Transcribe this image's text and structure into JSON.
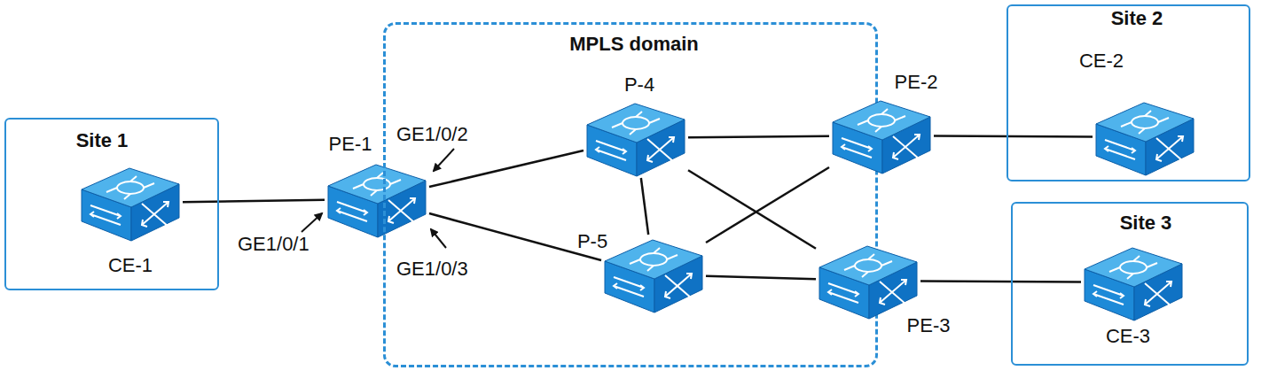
{
  "diagram": {
    "nodes": [
      {
        "text": [
          "Site 1"
        ]
      },
      {
        "text": [
          "CE-1"
        ],
        "in": 0
      },
      {
        "text": [
          "PE-1"
        ]
      },
      {
        "text": [
          "MPLS domain"
        ]
      },
      {
        "text": [
          "P-4"
        ],
        "in": 3
      },
      {
        "text": [
          "P-5"
        ],
        "in": 3
      },
      {
        "text": [
          "PE-2"
        ]
      },
      {
        "text": [
          "PE-3"
        ]
      },
      {
        "text": [
          "Site 2"
        ]
      },
      {
        "text": [
          "CE-2"
        ],
        "in": 8
      },
      {
        "text": [
          "Site 3"
        ]
      },
      {
        "text": [
          "CE-3"
        ],
        "in": 10
      }
    ],
    "edges": [
      {
        "from": 1,
        "to": 2,
        "arrow": "none"
      },
      {
        "from": 2,
        "to": 4,
        "arrow": "none"
      },
      {
        "from": 2,
        "to": 5,
        "arrow": "none"
      },
      {
        "from": 4,
        "to": 5,
        "arrow": "none"
      },
      {
        "from": 4,
        "to": 6,
        "arrow": "none"
      },
      {
        "from": 4,
        "to": 7,
        "arrow": "none"
      },
      {
        "from": 5,
        "to": 6,
        "arrow": "none"
      },
      {
        "from": 5,
        "to": 7,
        "arrow": "none"
      },
      {
        "from": 6,
        "to": 9,
        "arrow": "none"
      },
      {
        "from": 7,
        "to": 11,
        "arrow": "none"
      }
    ],
    "labels": [
      "GE1/0/2",
      "GE1/0/1",
      "GE1/0/3"
    ]
  }
}
